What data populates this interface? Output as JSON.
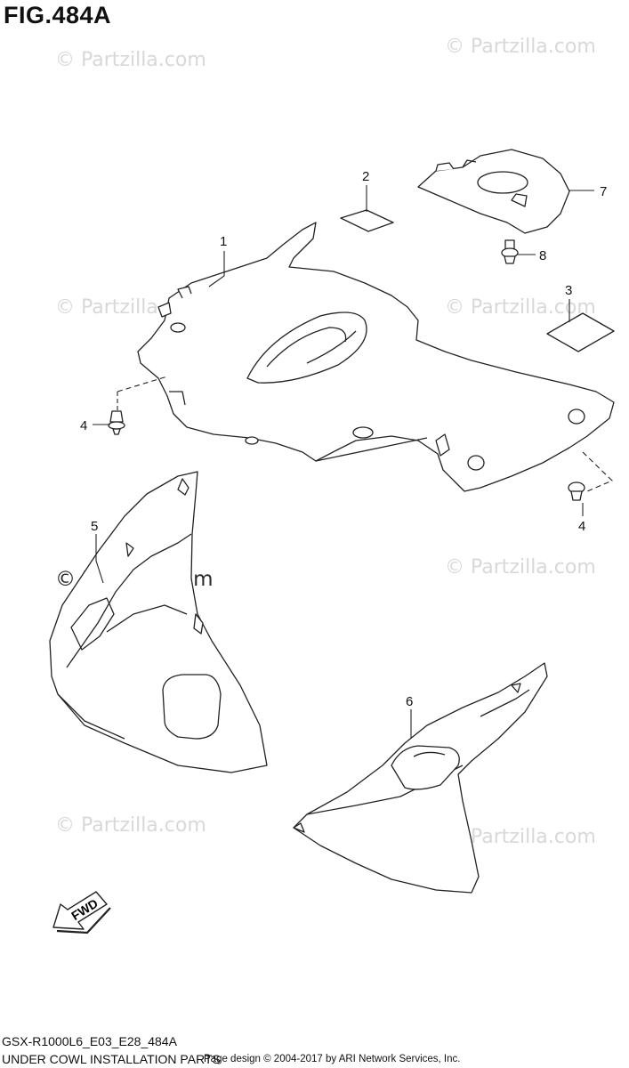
{
  "figure": {
    "title": "FIG.484A"
  },
  "watermark": {
    "text": "© Partzilla.com"
  },
  "callouts": [
    {
      "id": "1",
      "label": "1"
    },
    {
      "id": "2",
      "label": "2"
    },
    {
      "id": "3",
      "label": "3"
    },
    {
      "id": "4a",
      "label": "4"
    },
    {
      "id": "4b",
      "label": "4"
    },
    {
      "id": "5",
      "label": "5"
    },
    {
      "id": "6",
      "label": "6"
    },
    {
      "id": "7",
      "label": "7"
    },
    {
      "id": "8",
      "label": "8"
    }
  ],
  "direction": {
    "label": "FWD"
  },
  "footer": {
    "code": "GSX-R1000L6_E03_E28_484A",
    "title": "UNDER COWL INSTALLATION PARTS",
    "copyright": "Page design © 2004-2017 by ARI Network Services, Inc."
  }
}
